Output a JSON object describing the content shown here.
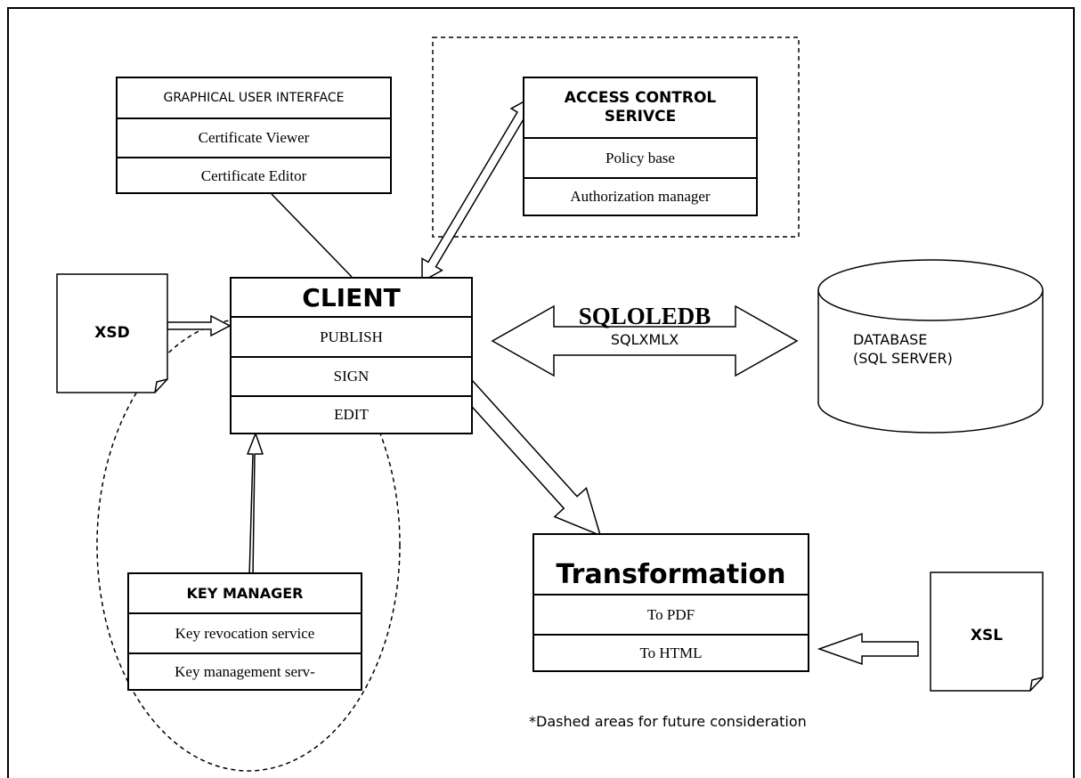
{
  "gui": {
    "title": "GRAPHICAL USER INTERFACE",
    "items": [
      "Certificate Viewer",
      "Certificate Editor"
    ]
  },
  "access_control": {
    "title": "ACCESS CONTROL SERIVCE",
    "items": [
      "Policy base",
      "Authorization manager"
    ]
  },
  "client": {
    "title": "CLIENT",
    "items": [
      "PUBLISH",
      "SIGN",
      "EDIT"
    ]
  },
  "xsd": {
    "label": "XSD"
  },
  "xsl": {
    "label": "XSL"
  },
  "connection": {
    "primary": "SQLOLEDB",
    "secondary": "SQLXMLX"
  },
  "database": {
    "line1": "DATABASE",
    "line2": "(SQL SERVER)"
  },
  "key_manager": {
    "title": "KEY MANAGER",
    "items": [
      "Key revocation service",
      "Key management serv-"
    ]
  },
  "transformation": {
    "title": "Transformation",
    "items": [
      "To PDF",
      "To HTML"
    ]
  },
  "note": "*Dashed areas for future consideration"
}
